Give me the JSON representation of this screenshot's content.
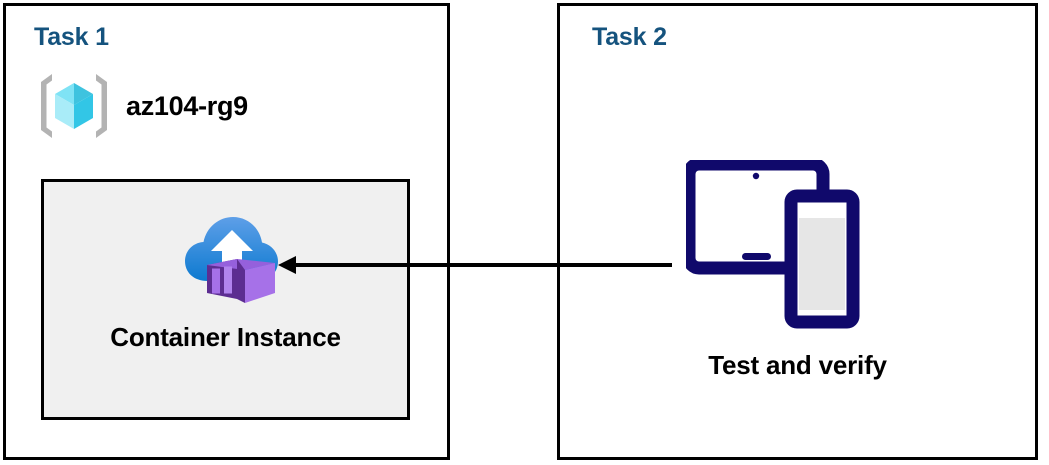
{
  "diagram": {
    "background_color": "#FFFFFF",
    "border_color": "#000000",
    "title_color": "#15537E",
    "panels": [
      {
        "id": "task1",
        "title": "Task 1",
        "resource_group": {
          "icon": "azure-resource-group-icon",
          "label": "az104-rg9",
          "cube_colors": {
            "top_left": "#7FE3F5",
            "top_right": "#3EC3DF",
            "bottom_left": "#A9ECF8",
            "bottom_right": "#32C6E6",
            "bracket": "#B3B3B3"
          }
        },
        "resource_box": {
          "label": "Container Instance",
          "icon": "azure-container-instance-icon",
          "fill_color": "#F0F0F0",
          "border_color": "#000000",
          "icon_colors": {
            "cloud_top": "#5B9BE5",
            "cloud_bottom": "#0F7FD4",
            "arrow": "#FFFFFF",
            "container_dark": "#5C2D91",
            "container_light": "#A671E8",
            "container_mid": "#9560DC"
          }
        }
      },
      {
        "id": "task2",
        "title": "Task 2",
        "device": {
          "icon": "tablet-and-phone-devices-icon",
          "label": "Test and verify",
          "outline_color": "#10096B",
          "screen_color": "#E6E6E6"
        }
      }
    ],
    "connector": {
      "name": "arrow-task2-to-container-instance",
      "direction": "right-to-left",
      "color": "#000000",
      "from": "Test and verify",
      "to": "Container Instance"
    }
  }
}
